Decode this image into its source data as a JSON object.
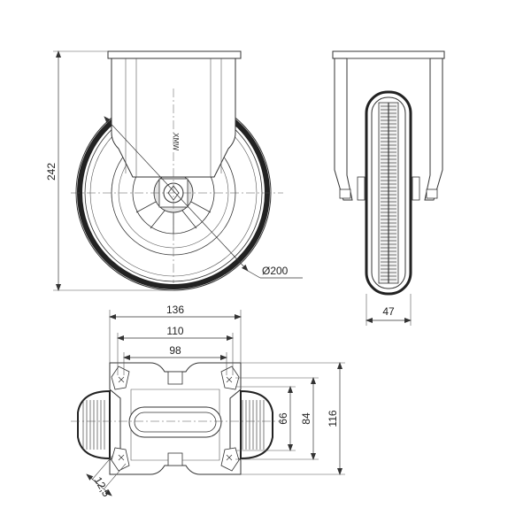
{
  "dimensions": {
    "overall_height": "242",
    "wheel_diameter": "Ø200",
    "wheel_width": "47",
    "plate_width": "136",
    "hole_spacing_x_outer": "110",
    "hole_spacing_x_inner": "98",
    "hole_spacing_y_inner": "66",
    "hole_spacing_y_outer": "84",
    "plate_length": "116",
    "bolt_hole": "12,5"
  },
  "colors": {
    "line": "#333333",
    "tread": "#222222",
    "hub": "#cccccc"
  }
}
